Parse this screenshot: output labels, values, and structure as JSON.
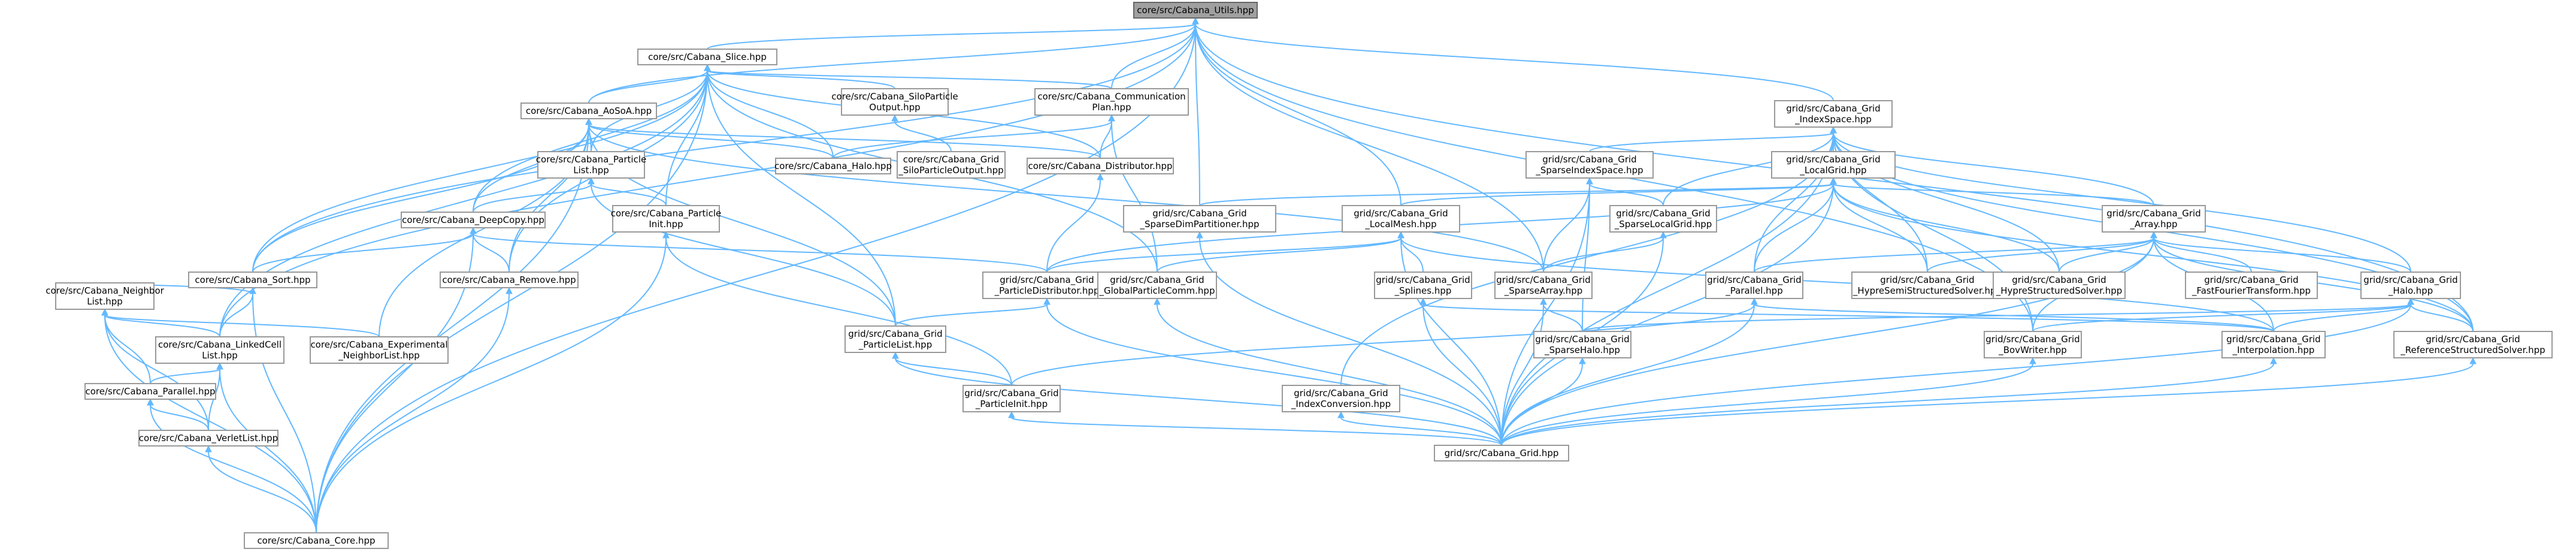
{
  "diagram": {
    "nodes": [
      {
        "id": "utils",
        "lines": [
          "core/src/Cabana_Utils.hpp"
        ],
        "root": true
      },
      {
        "id": "slice",
        "lines": [
          "core/src/Cabana_Slice.hpp"
        ]
      },
      {
        "id": "aosoa",
        "lines": [
          "core/src/Cabana_AoSoA.hpp"
        ]
      },
      {
        "id": "siloout",
        "lines": [
          "core/src/Cabana_SiloParticle",
          "Output.hpp"
        ]
      },
      {
        "id": "commplan",
        "lines": [
          "core/src/Cabana_Communication",
          "Plan.hpp"
        ]
      },
      {
        "id": "plist",
        "lines": [
          "core/src/Cabana_Particle",
          "List.hpp"
        ]
      },
      {
        "id": "halo",
        "lines": [
          "core/src/Cabana_Halo.hpp"
        ]
      },
      {
        "id": "gsilo",
        "lines": [
          "core/src/Cabana_Grid",
          "_SiloParticleOutput.hpp"
        ]
      },
      {
        "id": "distributor",
        "lines": [
          "core/src/Cabana_Distributor.hpp"
        ]
      },
      {
        "id": "deepcopy",
        "lines": [
          "core/src/Cabana_DeepCopy.hpp"
        ]
      },
      {
        "id": "pinit",
        "lines": [
          "core/src/Cabana_Particle",
          "Init.hpp"
        ]
      },
      {
        "id": "remove",
        "lines": [
          "core/src/Cabana_Remove.hpp"
        ]
      },
      {
        "id": "sort",
        "lines": [
          "core/src/Cabana_Sort.hpp"
        ]
      },
      {
        "id": "nlist",
        "lines": [
          "core/src/Cabana_Neighbor",
          "List.hpp"
        ]
      },
      {
        "id": "linkedcell",
        "lines": [
          "core/src/Cabana_LinkedCell",
          "List.hpp"
        ]
      },
      {
        "id": "expnl",
        "lines": [
          "core/src/Cabana_Experimental",
          "_NeighborList.hpp"
        ]
      },
      {
        "id": "parallel",
        "lines": [
          "core/src/Cabana_Parallel.hpp"
        ]
      },
      {
        "id": "verlet",
        "lines": [
          "core/src/Cabana_VerletList.hpp"
        ]
      },
      {
        "id": "core",
        "lines": [
          "core/src/Cabana_Core.hpp"
        ]
      },
      {
        "id": "indexspace",
        "lines": [
          "grid/src/Cabana_Grid",
          "_IndexSpace.hpp"
        ]
      },
      {
        "id": "sparseidx",
        "lines": [
          "grid/src/Cabana_Grid",
          "_SparseIndexSpace.hpp"
        ]
      },
      {
        "id": "localgrid",
        "lines": [
          "grid/src/Cabana_Grid",
          "_LocalGrid.hpp"
        ]
      },
      {
        "id": "sdimpart",
        "lines": [
          "grid/src/Cabana_Grid",
          "_SparseDimPartitioner.hpp"
        ]
      },
      {
        "id": "localmesh",
        "lines": [
          "grid/src/Cabana_Grid",
          "_LocalMesh.hpp"
        ]
      },
      {
        "id": "slocalgrid",
        "lines": [
          "grid/src/Cabana_Grid",
          "_SparseLocalGrid.hpp"
        ]
      },
      {
        "id": "array",
        "lines": [
          "grid/src/Cabana_Grid",
          "_Array.hpp"
        ]
      },
      {
        "id": "pdistrib",
        "lines": [
          "grid/src/Cabana_Grid",
          "_ParticleDistributor.hpp"
        ]
      },
      {
        "id": "gpcomm",
        "lines": [
          "grid/src/Cabana_Grid",
          "_GlobalParticleComm.hpp"
        ]
      },
      {
        "id": "splines",
        "lines": [
          "grid/src/Cabana_Grid",
          "_Splines.hpp"
        ]
      },
      {
        "id": "sarray",
        "lines": [
          "grid/src/Cabana_Grid",
          "_SparseArray.hpp"
        ]
      },
      {
        "id": "gparallel",
        "lines": [
          "grid/src/Cabana_Grid",
          "_Parallel.hpp"
        ]
      },
      {
        "id": "hypresemi",
        "lines": [
          "grid/src/Cabana_Grid",
          "_HypreSemiStructuredSolver.hpp"
        ]
      },
      {
        "id": "hyprestruct",
        "lines": [
          "grid/src/Cabana_Grid",
          "_HypreStructuredSolver.hpp"
        ]
      },
      {
        "id": "fft",
        "lines": [
          "grid/src/Cabana_Grid",
          "_FastFourierTransform.hpp"
        ]
      },
      {
        "id": "ghalo",
        "lines": [
          "grid/src/Cabana_Grid",
          "_Halo.hpp"
        ]
      },
      {
        "id": "gplist",
        "lines": [
          "grid/src/Cabana_Grid",
          "_ParticleList.hpp"
        ]
      },
      {
        "id": "shalo",
        "lines": [
          "grid/src/Cabana_Grid",
          "_SparseHalo.hpp"
        ]
      },
      {
        "id": "bov",
        "lines": [
          "grid/src/Cabana_Grid",
          "_BovWriter.hpp"
        ]
      },
      {
        "id": "interp",
        "lines": [
          "grid/src/Cabana_Grid",
          "_Interpolation.hpp"
        ]
      },
      {
        "id": "refsolver",
        "lines": [
          "grid/src/Cabana_Grid",
          "_ReferenceStructuredSolver.hpp"
        ]
      },
      {
        "id": "gpinit",
        "lines": [
          "grid/src/Cabana_Grid",
          "_ParticleInit.hpp"
        ]
      },
      {
        "id": "idxconv",
        "lines": [
          "grid/src/Cabana_Grid",
          "_IndexConversion.hpp"
        ]
      },
      {
        "id": "grid",
        "lines": [
          "grid/src/Cabana_Grid.hpp"
        ]
      }
    ],
    "edges": [
      [
        "slice",
        "utils"
      ],
      [
        "aosoa",
        "utils"
      ],
      [
        "commplan",
        "utils"
      ],
      [
        "sort",
        "utils"
      ],
      [
        "linkedcell",
        "utils"
      ],
      [
        "core",
        "utils"
      ],
      [
        "indexspace",
        "utils"
      ],
      [
        "sdimpart",
        "utils"
      ],
      [
        "localmesh",
        "utils"
      ],
      [
        "sarray",
        "utils"
      ],
      [
        "bov",
        "utils"
      ],
      [
        "refsolver",
        "utils"
      ],
      [
        "aosoa",
        "slice"
      ],
      [
        "siloout",
        "slice"
      ],
      [
        "commplan",
        "slice"
      ],
      [
        "halo",
        "slice"
      ],
      [
        "distributor",
        "slice"
      ],
      [
        "deepcopy",
        "slice"
      ],
      [
        "pinit",
        "slice"
      ],
      [
        "remove",
        "slice"
      ],
      [
        "sort",
        "slice"
      ],
      [
        "linkedcell",
        "slice"
      ],
      [
        "gpcomm",
        "slice"
      ],
      [
        "gplist",
        "slice"
      ],
      [
        "core",
        "slice"
      ],
      [
        "plist",
        "slice"
      ],
      [
        "plist",
        "aosoa"
      ],
      [
        "halo",
        "aosoa"
      ],
      [
        "distributor",
        "aosoa"
      ],
      [
        "deepcopy",
        "aosoa"
      ],
      [
        "remove",
        "aosoa"
      ],
      [
        "sort",
        "aosoa"
      ],
      [
        "expnl",
        "aosoa"
      ],
      [
        "core",
        "aosoa"
      ],
      [
        "gplist",
        "aosoa"
      ],
      [
        "sarray",
        "aosoa"
      ],
      [
        "gsilo",
        "siloout"
      ],
      [
        "halo",
        "commplan"
      ],
      [
        "distributor",
        "commplan"
      ],
      [
        "gpcomm",
        "commplan"
      ],
      [
        "deepcopy",
        "plist"
      ],
      [
        "pinit",
        "plist"
      ],
      [
        "gplist",
        "plist"
      ],
      [
        "pdistrib",
        "distributor"
      ],
      [
        "sort",
        "deepcopy"
      ],
      [
        "remove",
        "deepcopy"
      ],
      [
        "pdistrib",
        "deepcopy"
      ],
      [
        "core",
        "deepcopy"
      ],
      [
        "gpinit",
        "pinit"
      ],
      [
        "core",
        "pinit"
      ],
      [
        "core",
        "remove"
      ],
      [
        "nlist",
        "sort"
      ],
      [
        "linkedcell",
        "sort"
      ],
      [
        "core",
        "sort"
      ],
      [
        "linkedcell",
        "nlist"
      ],
      [
        "expnl",
        "nlist"
      ],
      [
        "parallel",
        "nlist"
      ],
      [
        "verlet",
        "nlist"
      ],
      [
        "core",
        "nlist"
      ],
      [
        "parallel",
        "linkedcell"
      ],
      [
        "verlet",
        "linkedcell"
      ],
      [
        "core",
        "linkedcell"
      ],
      [
        "verlet",
        "parallel"
      ],
      [
        "core",
        "parallel"
      ],
      [
        "core",
        "verlet"
      ],
      [
        "sparseidx",
        "indexspace"
      ],
      [
        "localgrid",
        "indexspace"
      ],
      [
        "slocalgrid",
        "indexspace"
      ],
      [
        "array",
        "indexspace"
      ],
      [
        "gparallel",
        "indexspace"
      ],
      [
        "hypresemi",
        "indexspace"
      ],
      [
        "hyprestruct",
        "indexspace"
      ],
      [
        "ghalo",
        "indexspace"
      ],
      [
        "bov",
        "indexspace"
      ],
      [
        "idxconv",
        "indexspace"
      ],
      [
        "grid",
        "indexspace"
      ],
      [
        "refsolver",
        "indexspace"
      ],
      [
        "sarray",
        "sparseidx"
      ],
      [
        "shalo",
        "sparseidx"
      ],
      [
        "slocalgrid",
        "sparseidx"
      ],
      [
        "grid",
        "sparseidx"
      ],
      [
        "sdimpart",
        "localgrid"
      ],
      [
        "localmesh",
        "localgrid"
      ],
      [
        "array",
        "localgrid"
      ],
      [
        "gparallel",
        "localgrid"
      ],
      [
        "hypresemi",
        "localgrid"
      ],
      [
        "hyprestruct",
        "localgrid"
      ],
      [
        "pdistrib",
        "localgrid"
      ],
      [
        "refsolver",
        "localgrid"
      ],
      [
        "grid",
        "localgrid"
      ],
      [
        "grid",
        "sdimpart"
      ],
      [
        "pdistrib",
        "localmesh"
      ],
      [
        "gpcomm",
        "localmesh"
      ],
      [
        "splines",
        "localmesh"
      ],
      [
        "interp",
        "localmesh"
      ],
      [
        "grid",
        "localmesh"
      ],
      [
        "sarray",
        "slocalgrid"
      ],
      [
        "grid",
        "slocalgrid"
      ],
      [
        "gparallel",
        "array"
      ],
      [
        "hypresemi",
        "array"
      ],
      [
        "hyprestruct",
        "array"
      ],
      [
        "fft",
        "array"
      ],
      [
        "ghalo",
        "array"
      ],
      [
        "bov",
        "array"
      ],
      [
        "interp",
        "array"
      ],
      [
        "refsolver",
        "array"
      ],
      [
        "grid",
        "array"
      ],
      [
        "gplist",
        "pdistrib"
      ],
      [
        "grid",
        "pdistrib"
      ],
      [
        "grid",
        "gpcomm"
      ],
      [
        "interp",
        "splines"
      ],
      [
        "grid",
        "splines"
      ],
      [
        "shalo",
        "sarray"
      ],
      [
        "grid",
        "sarray"
      ],
      [
        "gpinit",
        "gparallel"
      ],
      [
        "interp",
        "gparallel"
      ],
      [
        "grid",
        "gparallel"
      ],
      [
        "interp",
        "ghalo"
      ],
      [
        "refsolver",
        "ghalo"
      ],
      [
        "grid",
        "ghalo"
      ],
      [
        "bov",
        "ghalo"
      ],
      [
        "shalo",
        "ghalo"
      ],
      [
        "gpinit",
        "gplist"
      ],
      [
        "grid",
        "gplist"
      ],
      [
        "grid",
        "shalo"
      ],
      [
        "grid",
        "bov"
      ],
      [
        "grid",
        "interp"
      ],
      [
        "grid",
        "refsolver"
      ],
      [
        "grid",
        "gpinit"
      ],
      [
        "grid",
        "idxconv"
      ]
    ]
  }
}
